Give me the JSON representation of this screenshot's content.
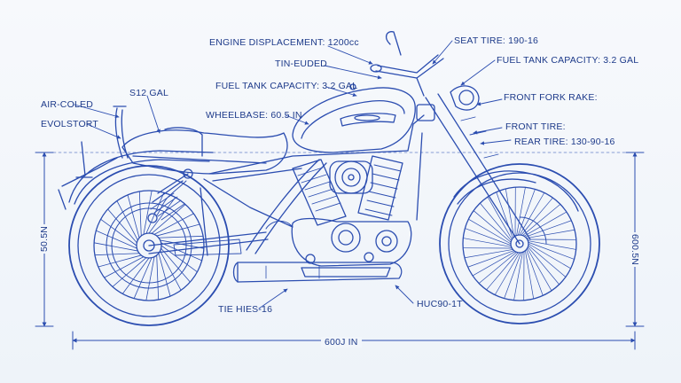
{
  "labels": {
    "engine_displacement": "ENGINE DISPLACEMENT: 1200cc",
    "tin_euded": "TIN-EUDED",
    "fuel_tank_left": "FUEL TANK CAPACITY: 3.2 GAL",
    "s12_gal": "S12 GAL",
    "air_cooled": "AIR-COLED",
    "evolstort": "EVOLSTORT",
    "wheelbase": "WHEELBASE: 60.5 IN",
    "seat_tire": "SEAT TIRE: 190-16",
    "fuel_tank_right": "FUEL TANK CAPACITY: 3.2 GAL",
    "front_fork_rake": "FRONT FORK RAKE:",
    "front_tire": "FRONT TIRE:",
    "rear_tire": "REAR TIRE: 130-90-16",
    "tie_hies": "TIE HIES-16",
    "huc": "HUC90-1T",
    "overall_length": "600J IN",
    "left_height": "50.5N",
    "right_height": "600.5N"
  },
  "colors": {
    "line": "#2b4db0",
    "text": "#1d3a8a",
    "background": "#f4f7fb"
  }
}
